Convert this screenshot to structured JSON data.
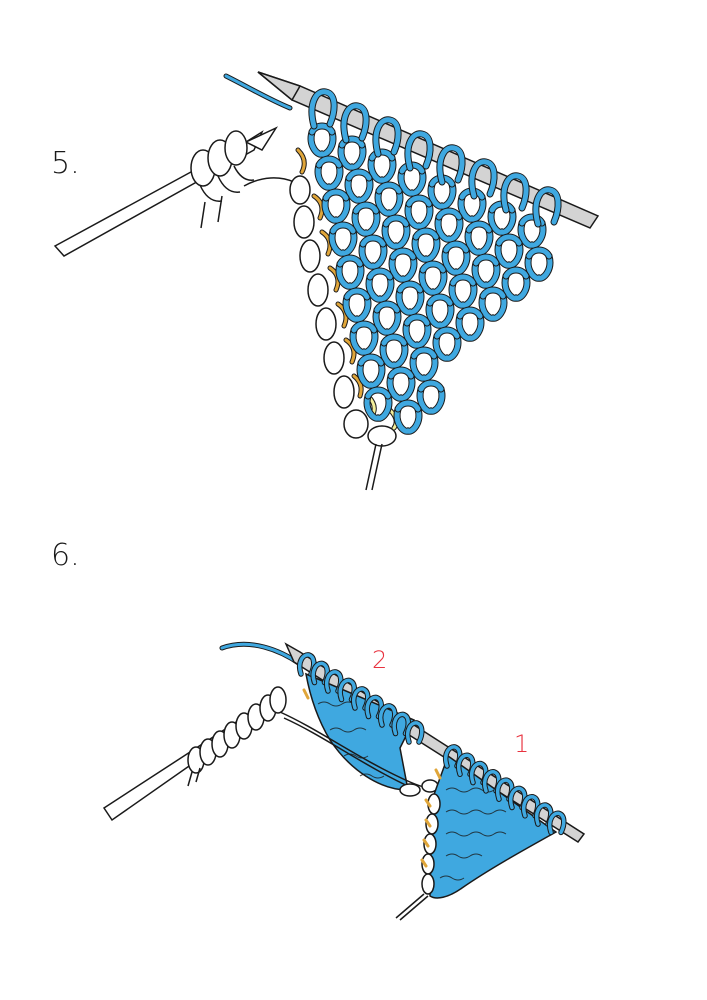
{
  "steps": [
    {
      "number": "5."
    },
    {
      "number": "6."
    }
  ],
  "parts": [
    {
      "label": "2"
    },
    {
      "label": "1"
    }
  ],
  "colors": {
    "yarn_blue": "#3fa8e0",
    "yarn_gold": "#e0a63a",
    "yarn_pale": "#f3ee9a",
    "outline": "#1a1a1a",
    "needle": "#d3d3d3",
    "label_red": "#e8323f"
  }
}
